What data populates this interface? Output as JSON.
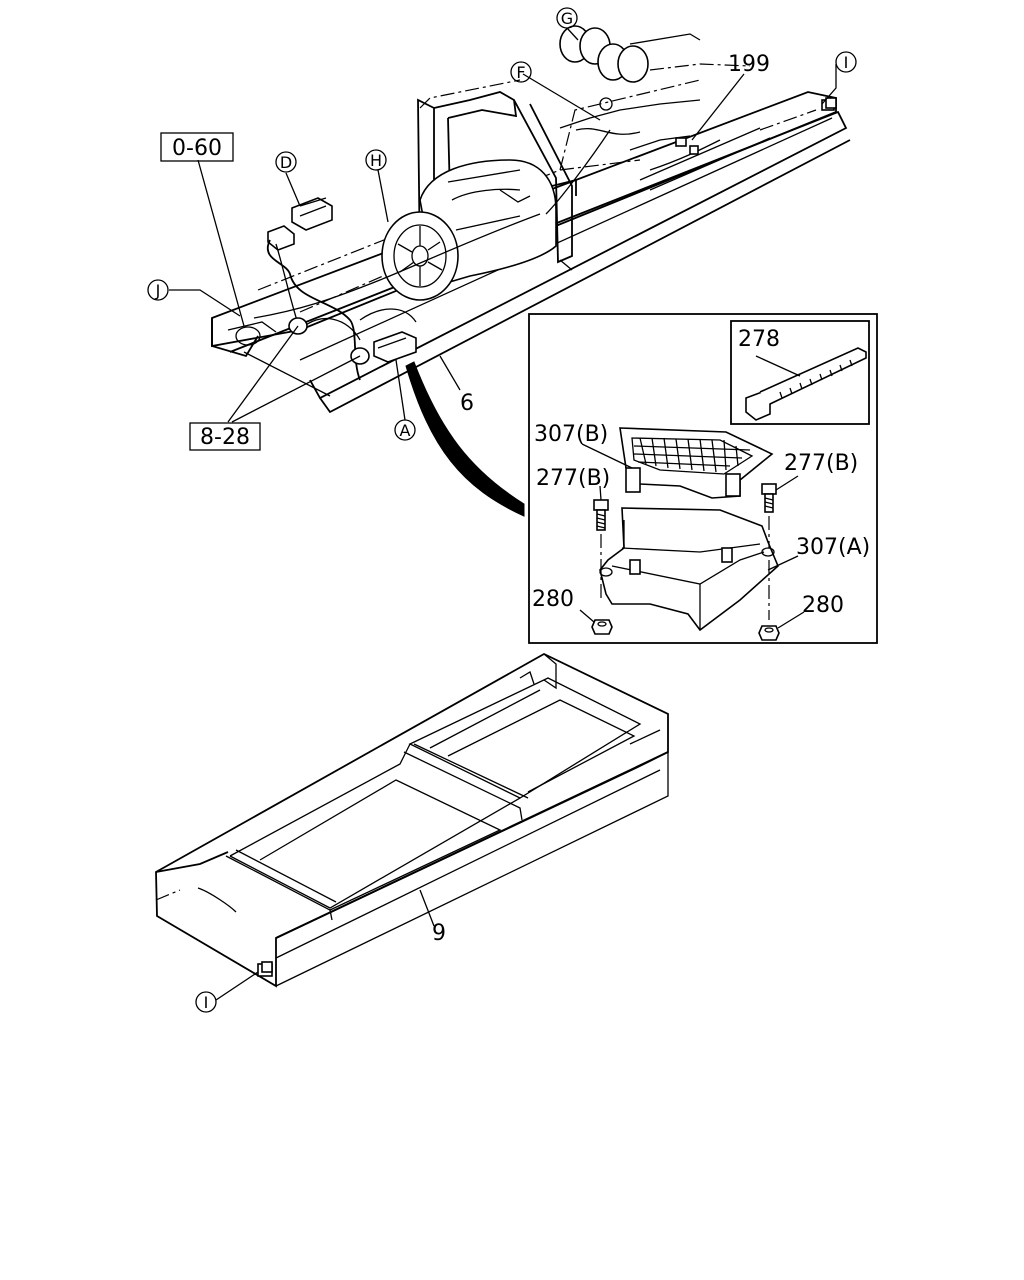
{
  "labels": {
    "ref_0_60": "0-60",
    "ref_8_28": "8-28",
    "part_6": "6",
    "part_9": "9",
    "part_199": "199",
    "part_278": "278",
    "part_307b": "307(B)",
    "part_307a": "307(A)",
    "part_277b_left": "277(B)",
    "part_277b_right": "277(B)",
    "part_280_left": "280",
    "part_280_right": "280"
  },
  "circle_labels": {
    "A": "A",
    "D": "D",
    "F": "F",
    "G": "G",
    "H": "H",
    "I_top": "I",
    "I_bottom": "I",
    "J": "J"
  }
}
